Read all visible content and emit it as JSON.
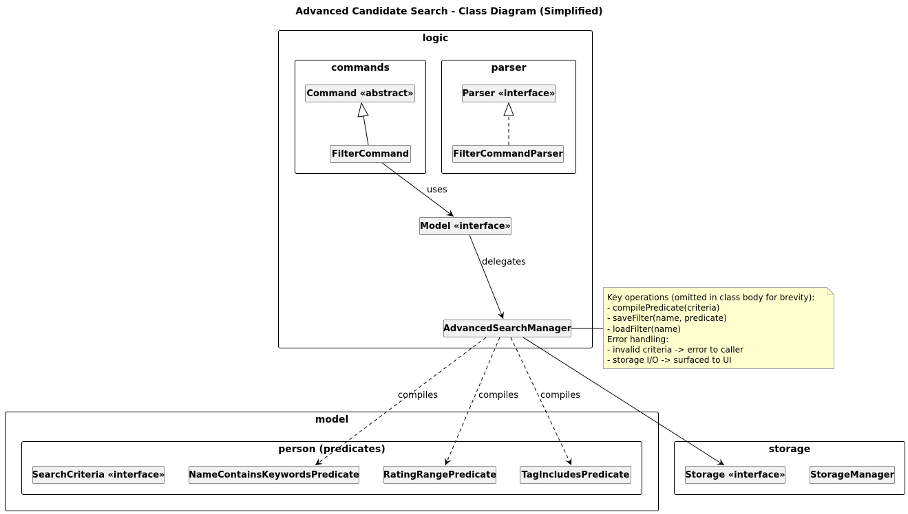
{
  "title": "Advanced Candidate Search - Class Diagram (Simplified)",
  "packages": {
    "logic": "logic",
    "commands": "commands",
    "parser": "parser",
    "model": "model",
    "person": "person (predicates)",
    "storage": "storage"
  },
  "classes": {
    "command": "Command «abstract»",
    "filter_command": "FilterCommand",
    "parser": "Parser «interface»",
    "filter_command_parser": "FilterCommandParser",
    "model": "Model «interface»",
    "advanced_search_manager": "AdvancedSearchManager",
    "search_criteria": "SearchCriteria «interface»",
    "name_predicate": "NameContainsKeywordsPredicate",
    "rating_predicate": "RatingRangePredicate",
    "tag_predicate": "TagIncludesPredicate",
    "storage": "Storage «interface»",
    "storage_manager": "StorageManager"
  },
  "edge_labels": {
    "uses": "uses",
    "delegates": "delegates",
    "compiles_name": "compiles",
    "compiles_rating": "compiles",
    "compiles_tag": "compiles"
  },
  "note": {
    "lines": [
      "Key operations (omitted in class body for brevity):",
      "- compilePredicate(criteria)",
      "- saveFilter(name, predicate)",
      "- loadFilter(name)",
      "Error handling:",
      "- invalid criteria -> error to caller",
      "- storage I/O -> surfaced to UI"
    ]
  },
  "colors": {
    "class_fill": "#f1f1f1",
    "class_border": "#8a8a8a",
    "note_fill": "#fefece",
    "line": "#000000"
  }
}
